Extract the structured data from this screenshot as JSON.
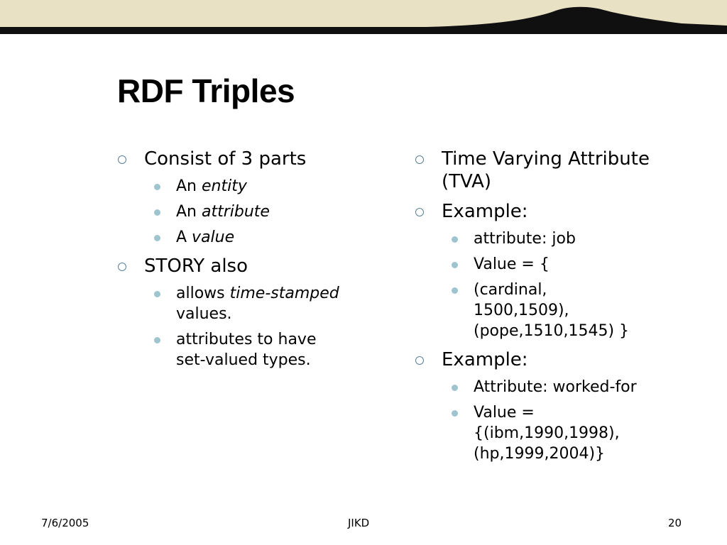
{
  "slide": {
    "title": "RDF Triples",
    "left_column": {
      "item1": {
        "text": "Consist of 3 parts",
        "sub": [
          {
            "prefix": "An ",
            "emph": "entity"
          },
          {
            "prefix": "An ",
            "emph": "attribute"
          },
          {
            "prefix": "A ",
            "emph": "value"
          }
        ]
      },
      "item2": {
        "text": "STORY also",
        "sub": [
          {
            "prefix": "allows ",
            "emph": "time-stamped",
            "line2": "values."
          },
          {
            "line1": "attributes to have",
            "line2": "set-valued types."
          }
        ]
      }
    },
    "right_column": {
      "item1": {
        "line1": "Time Varying Attribute",
        "line2": "(TVA)"
      },
      "item2": {
        "text": "Example:",
        "sub": [
          {
            "text": "attribute: job"
          },
          {
            "text": "Value = {"
          },
          {
            "line1": "(cardinal,",
            "line2": "1500,1509),",
            "line3": "(pope,1510,1545) }"
          }
        ]
      },
      "item3": {
        "text": "Example:",
        "sub": [
          {
            "text": "Attribute: worked-for"
          },
          {
            "line1": "Value =",
            "line2": "{(ibm,1990,1998),",
            "line3": "(hp,1999,2004)}"
          }
        ]
      }
    }
  },
  "footer": {
    "date": "7/6/2005",
    "center": "JIKD",
    "page_number": "20"
  },
  "colors": {
    "banner_sand": "#e8e1c4",
    "banner_dark": "#101010",
    "bullet_outline": "#5a8096",
    "bullet_fill": "#9ec4d0"
  }
}
